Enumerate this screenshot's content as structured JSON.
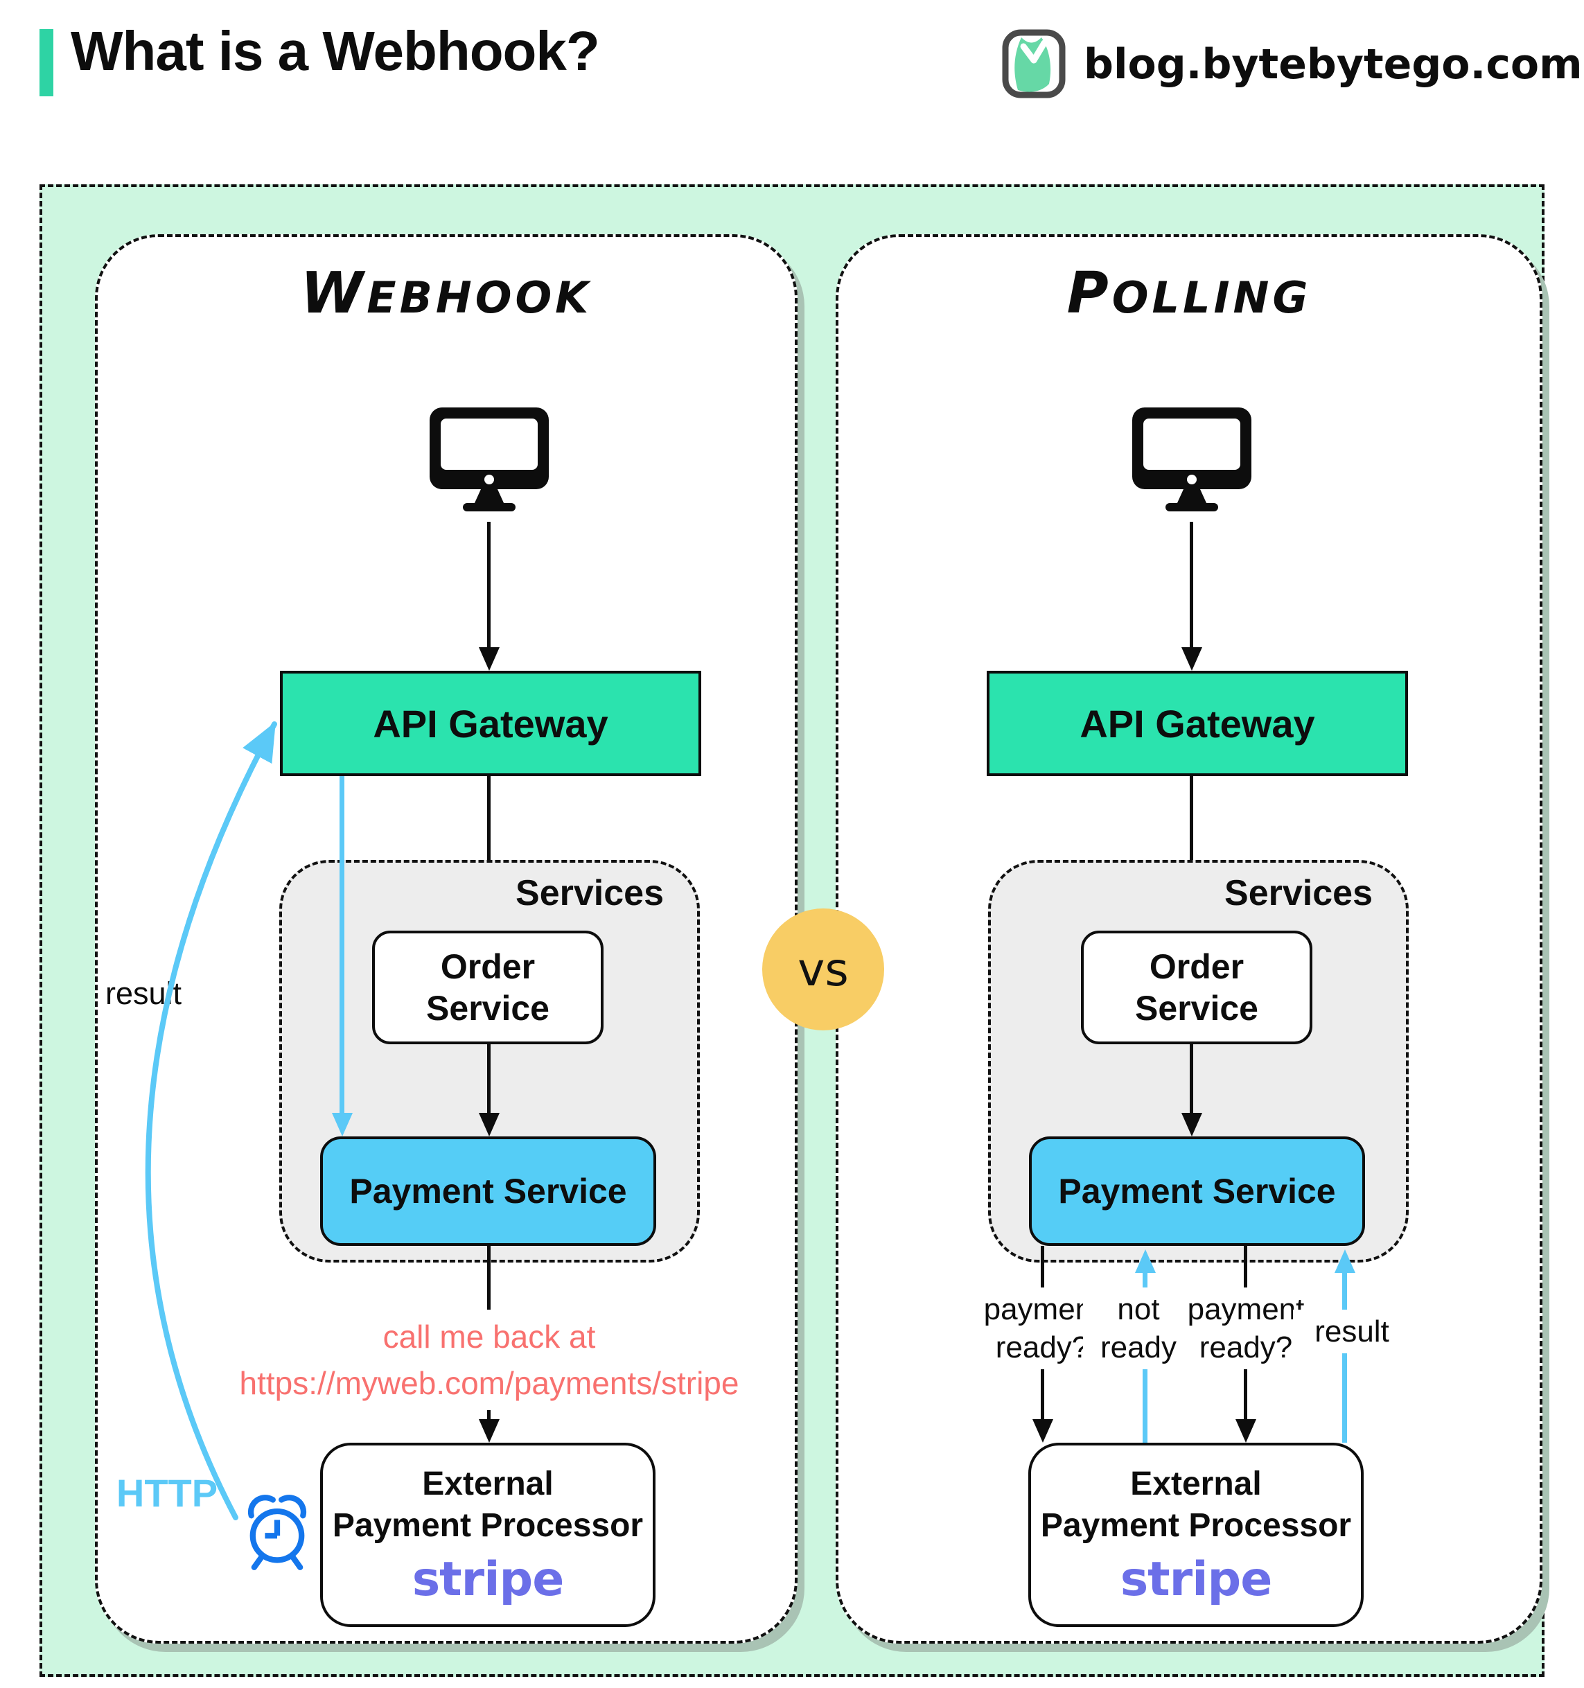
{
  "header": {
    "title": "What is a Webhook?",
    "site": "blog.bytebytego.com"
  },
  "vs": "vs",
  "shared": {
    "api_gateway": "API Gateway",
    "services_label": "Services",
    "order_service": "Order Service",
    "payment_service": "Payment Service",
    "external_line1": "External",
    "external_line2": "Payment Processor",
    "stripe": "stripe"
  },
  "webhook": {
    "title": "Webhook",
    "note_line1": "call me back at",
    "note_line2": "https://myweb.com/payments/stripe",
    "result_label": "result",
    "http_label": "HTTP"
  },
  "polling": {
    "title": "Polling",
    "arrow_labels": [
      "payment ready?",
      "not ready",
      "payment ready?",
      "result"
    ]
  },
  "colors": {
    "mint_background": "#CDF6E0",
    "gateway_teal": "#2BE3AE",
    "payment_blue": "#55CDF6",
    "arrow_blue": "#5BC9F7",
    "vs_yellow": "#F8CD65",
    "note_red": "#F8716F",
    "stripe_purple": "#6B6FE8",
    "clock_blue": "#1476EC",
    "services_gray": "#EDEDED",
    "accent_teal": "#2ED3A4"
  }
}
